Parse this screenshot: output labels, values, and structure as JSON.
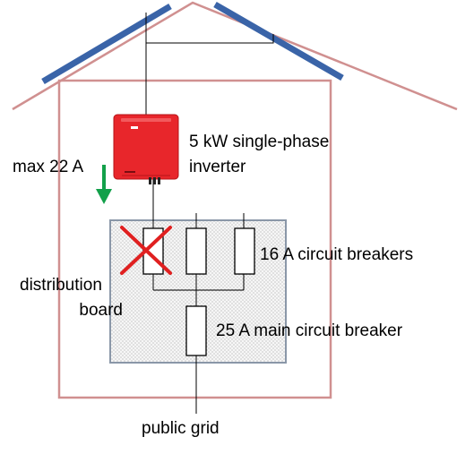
{
  "labels": {
    "inverter_line1": "5 kW single-phase",
    "inverter_line2": "inverter",
    "max_current": "max 22 A",
    "distribution_line1": "distribution",
    "distribution_line2": "board",
    "breakers_16a": "16 A circuit breakers",
    "main_breaker": "25 A main circuit breaker",
    "public_grid": "public grid"
  },
  "colors": {
    "house_outline": "#d09090",
    "solar_panel": "#3a64a8",
    "inverter_body": "#e8262b",
    "arrow": "#12a04a",
    "cross": "#e02020",
    "board_fill": "#f6f6f6",
    "board_border": "#8a97a8"
  },
  "icons": {
    "inverter": "inverter-icon",
    "arrow": "arrow-down-icon",
    "cross": "cross-icon"
  }
}
